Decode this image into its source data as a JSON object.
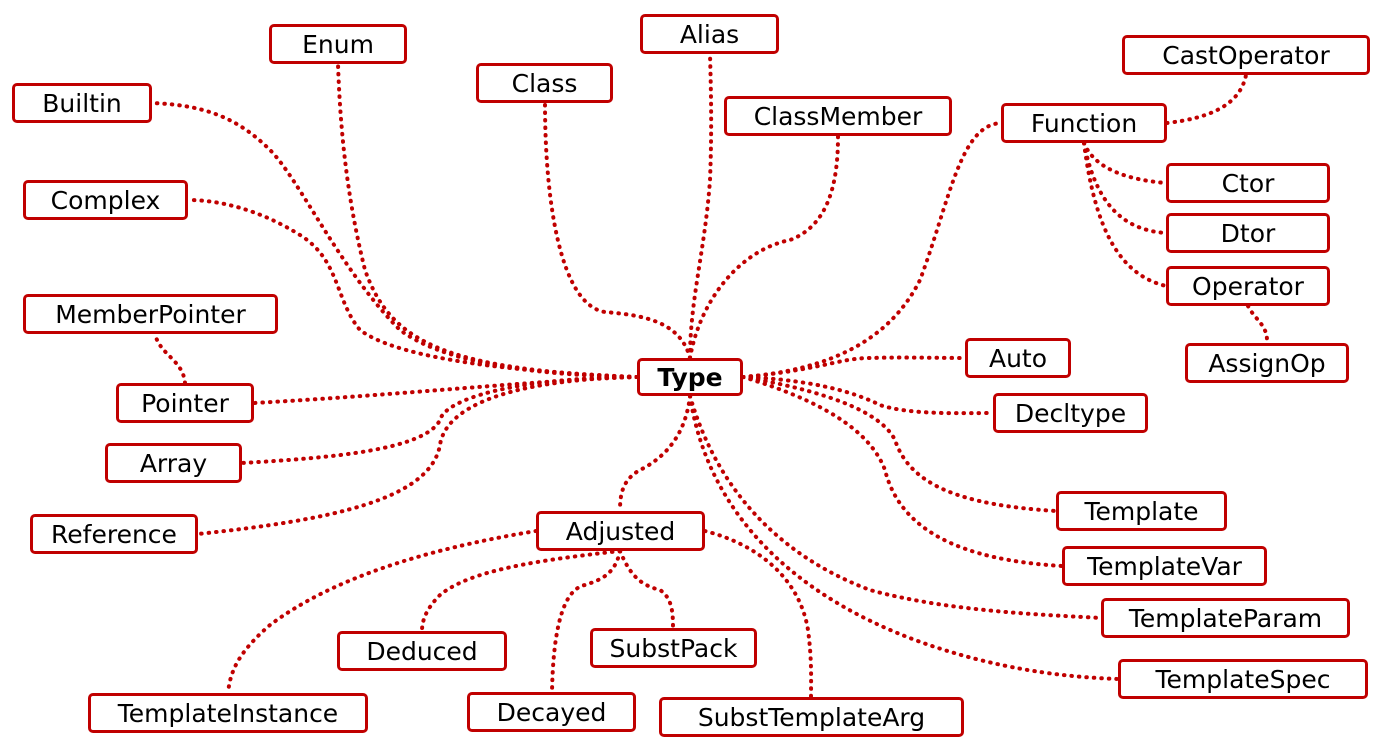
{
  "diagram": {
    "root": {
      "id": "type",
      "label": "Type"
    },
    "nodes": [
      {
        "id": "enum",
        "label": "Enum",
        "parent": "type"
      },
      {
        "id": "alias",
        "label": "Alias",
        "parent": "type"
      },
      {
        "id": "class",
        "label": "Class",
        "parent": "type"
      },
      {
        "id": "builtin",
        "label": "Builtin",
        "parent": "type"
      },
      {
        "id": "classmember",
        "label": "ClassMember",
        "parent": "type"
      },
      {
        "id": "function",
        "label": "Function",
        "parent": "type"
      },
      {
        "id": "castoperator",
        "label": "CastOperator",
        "parent": "function"
      },
      {
        "id": "ctor",
        "label": "Ctor",
        "parent": "function"
      },
      {
        "id": "dtor",
        "label": "Dtor",
        "parent": "function"
      },
      {
        "id": "operator",
        "label": "Operator",
        "parent": "function"
      },
      {
        "id": "assignop",
        "label": "AssignOp",
        "parent": "operator"
      },
      {
        "id": "complex",
        "label": "Complex",
        "parent": "type"
      },
      {
        "id": "memberpointer",
        "label": "MemberPointer",
        "parent": "pointer"
      },
      {
        "id": "pointer",
        "label": "Pointer",
        "parent": "type"
      },
      {
        "id": "array",
        "label": "Array",
        "parent": "type"
      },
      {
        "id": "reference",
        "label": "Reference",
        "parent": "type"
      },
      {
        "id": "auto",
        "label": "Auto",
        "parent": "type"
      },
      {
        "id": "decltype",
        "label": "Decltype",
        "parent": "type"
      },
      {
        "id": "template",
        "label": "Template",
        "parent": "type"
      },
      {
        "id": "templatevar",
        "label": "TemplateVar",
        "parent": "type"
      },
      {
        "id": "templateparam",
        "label": "TemplateParam",
        "parent": "type"
      },
      {
        "id": "templatespec",
        "label": "TemplateSpec",
        "parent": "type"
      },
      {
        "id": "adjusted",
        "label": "Adjusted",
        "parent": "type"
      },
      {
        "id": "deduced",
        "label": "Deduced",
        "parent": "adjusted"
      },
      {
        "id": "substpack",
        "label": "SubstPack",
        "parent": "adjusted"
      },
      {
        "id": "templateinstance",
        "label": "TemplateInstance",
        "parent": "adjusted"
      },
      {
        "id": "decayed",
        "label": "Decayed",
        "parent": "adjusted"
      },
      {
        "id": "substtemplatearg",
        "label": "SubstTemplateArg",
        "parent": "adjusted"
      }
    ],
    "colors": {
      "edge": "#c00000",
      "node_border": "#c00000",
      "node_fill": "#ffffff",
      "text": "#000000"
    }
  }
}
